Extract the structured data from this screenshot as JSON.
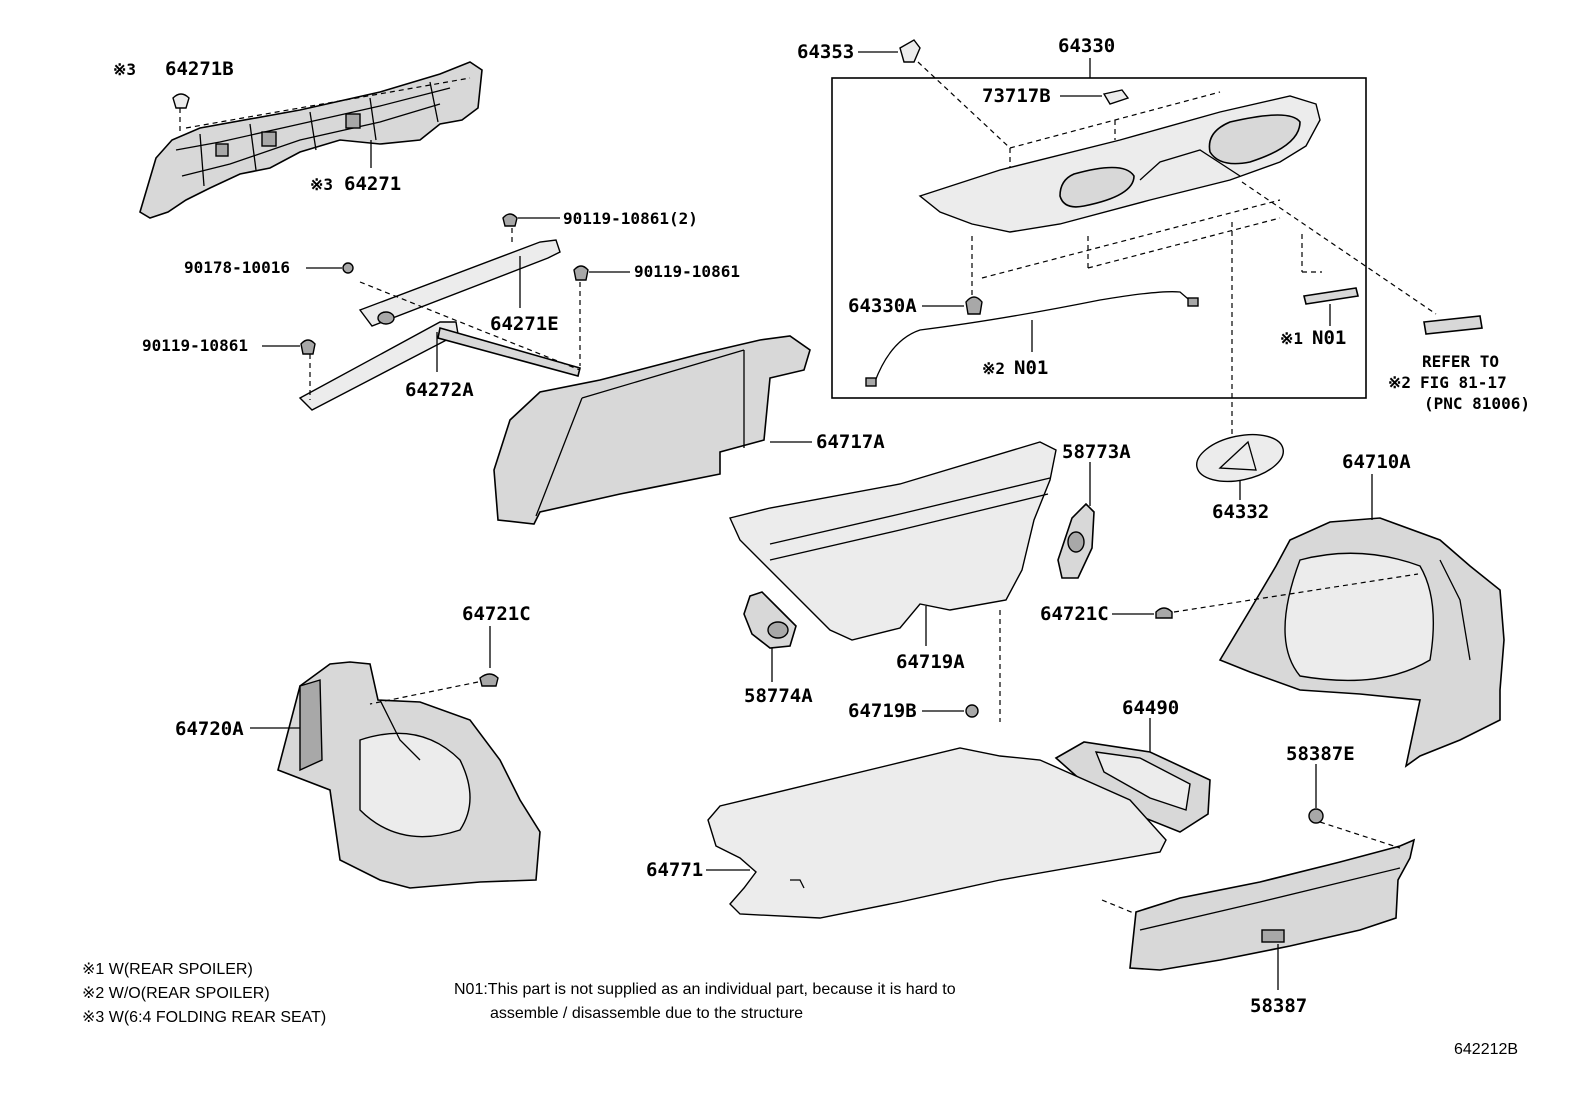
{
  "labels": {
    "p64271B": "64271B",
    "p64271": "64271",
    "p90119_10861_2": "90119-10861(2)",
    "p90178_10016": "90178-10016",
    "p90119_10861_a": "90119-10861",
    "p90119_10861_b": "90119-10861",
    "p64271E": "64271E",
    "p64272A": "64272A",
    "p64717A": "64717A",
    "p64353": "64353",
    "p64330": "64330",
    "p73717B": "73717B",
    "p64330A": "64330A",
    "p_n01_2": "N01",
    "p_n01_1": "N01",
    "refer_l1": "REFER TO",
    "refer_l2": "FIG 81-17",
    "refer_l3": "(PNC 81006)",
    "p64332": "64332",
    "p58773A": "58773A",
    "p64710A": "64710A",
    "p64721C_r": "64721C",
    "p64721C_l": "64721C",
    "p64719A": "64719A",
    "p58774A": "58774A",
    "p64720A": "64720A",
    "p64719B": "64719B",
    "p64490": "64490",
    "p58387E": "58387E",
    "p64771": "64771",
    "p58387": "58387",
    "diagram_code": "642212B"
  },
  "marks": {
    "m1": "※1",
    "m2": "※2",
    "m3": "※3"
  },
  "legend": {
    "l1": "※1 W(REAR SPOILER)",
    "l2": "※2 W/O(REAR SPOILER)",
    "l3": "※3 W(6:4 FOLDING REAR SEAT)"
  },
  "note": {
    "line1": "N01:This part is not supplied as an individual part, because it is hard to",
    "line2": "assemble / disassemble due to the structure"
  }
}
